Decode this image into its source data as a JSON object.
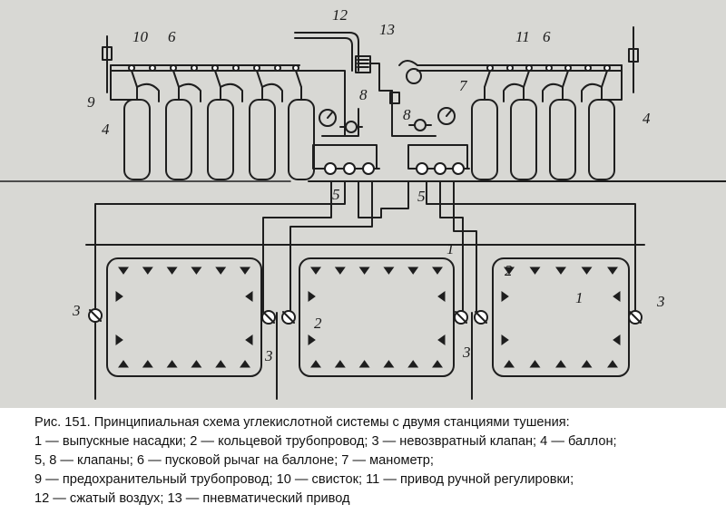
{
  "figure": {
    "labels": {
      "n1": "1",
      "n2": "2",
      "n3": "3",
      "n4": "4",
      "n5": "5",
      "n6": "6",
      "n7": "7",
      "n8": "8",
      "n9": "9",
      "n10": "10",
      "n11": "11",
      "n12": "12",
      "n13": "13"
    },
    "colors": {
      "paper": "#d8d8d4",
      "ink": "#1e1e1e"
    }
  },
  "caption": {
    "title": "Рис. 151. Принципиальная схема углекислотной системы с двумя станциями тушения:",
    "line1": "1 — выпускные насадки; 2 — кольцевой трубопровод; 3 — невозвратный клапан; 4 — баллон;",
    "line2": "5, 8 — клапаны; 6 — пусковой рычаг на баллоне; 7 — манометр;",
    "line3": " 9 — предохранительный трубопровод; 10 — свисток; 11 — привод ручной регулировки;",
    "line4": "12 — сжатый воздух; 13 — пневматический привод"
  }
}
